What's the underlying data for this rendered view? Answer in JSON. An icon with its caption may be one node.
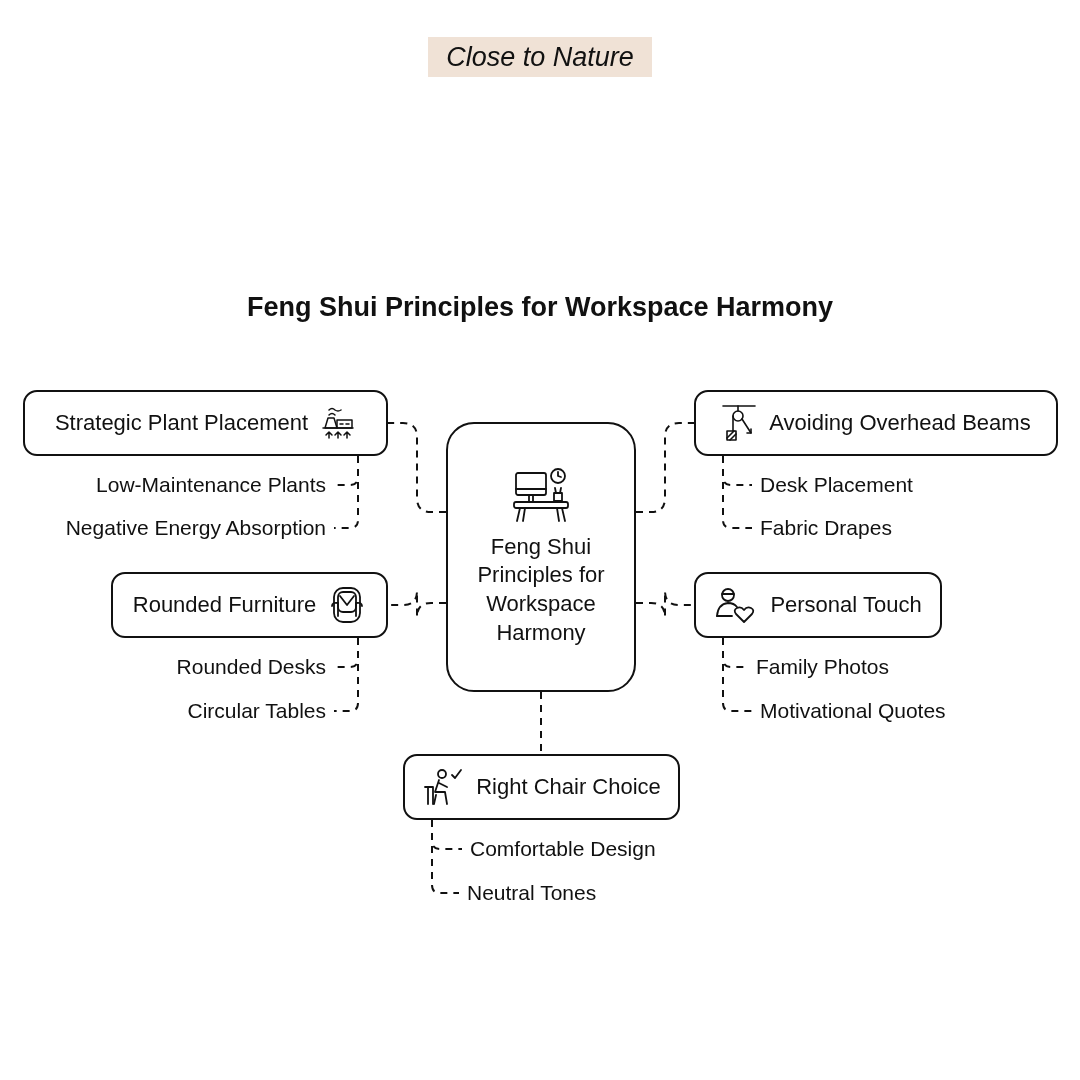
{
  "diagram": {
    "title": "Feng Shui Principles for Workspace Harmony",
    "nodes": [
      {
        "text": [
          "Feng Shui Principles for Workspace Harmony"
        ]
      },
      {
        "text": [
          "Strategic Plant Placement"
        ]
      },
      {
        "text": [
          "Low-Maintenance Plants"
        ]
      },
      {
        "text": [
          "Negative Energy Absorption"
        ]
      },
      {
        "text": [
          "Avoiding Overhead Beams"
        ]
      },
      {
        "text": [
          "Desk Placement"
        ]
      },
      {
        "text": [
          "Fabric Drapes"
        ]
      },
      {
        "text": [
          "Rounded Furniture"
        ]
      },
      {
        "text": [
          "Rounded Desks"
        ]
      },
      {
        "text": [
          "Circular Tables"
        ]
      },
      {
        "text": [
          "Personal Touch"
        ]
      },
      {
        "text": [
          "Family Photos"
        ]
      },
      {
        "text": [
          "Motivational Quotes"
        ]
      },
      {
        "text": [
          "Right Chair Choice"
        ]
      },
      {
        "text": [
          "Comfortable Design"
        ]
      },
      {
        "text": [
          "Neutral Tones"
        ]
      }
    ],
    "edges": [
      {
        "from": 0,
        "to": 1,
        "arrow": "none",
        "style": "dashed"
      },
      {
        "from": 1,
        "to": 2,
        "arrow": "none",
        "style": "dashed"
      },
      {
        "from": 1,
        "to": 3,
        "arrow": "none",
        "style": "dashed"
      },
      {
        "from": 0,
        "to": 4,
        "arrow": "none",
        "style": "dashed"
      },
      {
        "from": 4,
        "to": 5,
        "arrow": "none",
        "style": "dashed"
      },
      {
        "from": 4,
        "to": 6,
        "arrow": "none",
        "style": "dashed"
      },
      {
        "from": 0,
        "to": 7,
        "arrow": "none",
        "style": "dashed"
      },
      {
        "from": 7,
        "to": 8,
        "arrow": "none",
        "style": "dashed"
      },
      {
        "from": 7,
        "to": 9,
        "arrow": "none",
        "style": "dashed"
      },
      {
        "from": 0,
        "to": 10,
        "arrow": "none",
        "style": "dashed"
      },
      {
        "from": 10,
        "to": 11,
        "arrow": "none",
        "style": "dashed"
      },
      {
        "from": 10,
        "to": 12,
        "arrow": "none",
        "style": "dashed"
      },
      {
        "from": 0,
        "to": 13,
        "arrow": "none",
        "style": "dashed"
      },
      {
        "from": 13,
        "to": 14,
        "arrow": "none",
        "style": "dashed"
      },
      {
        "from": 13,
        "to": 15,
        "arrow": "none",
        "style": "dashed"
      }
    ],
    "labels": [
      "Close to Nature"
    ]
  }
}
